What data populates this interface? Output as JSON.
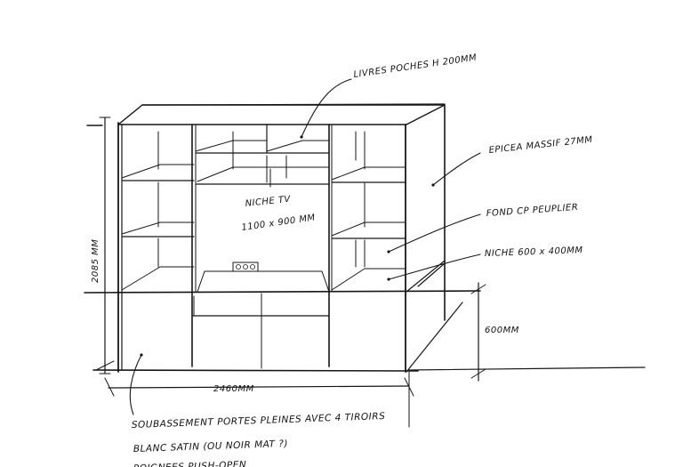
{
  "labels": {
    "livres": "LIVRES POCHES H 200MM",
    "epicea": "EPICEA MASSIF 27MM",
    "fond": "FOND CP PEUPLIER",
    "niche_small": "NICHE 600 x 400MM",
    "niche_tv_title": "NICHE TV",
    "niche_tv_dims": "1100 x 900 MM",
    "plinth_height": "600MM",
    "height": "2085 MM",
    "width": "2460MM",
    "footer_line1": "SOUBASSEMENT PORTES PLEINES AVEC 4 TIROIRS",
    "footer_line2": "BLANC SATIN (OU NOIR MAT ?)",
    "footer_line3": "POIGNEES PUSH-OPEN"
  },
  "colors": {
    "ink": "#161616",
    "paper": "#ffffff"
  }
}
